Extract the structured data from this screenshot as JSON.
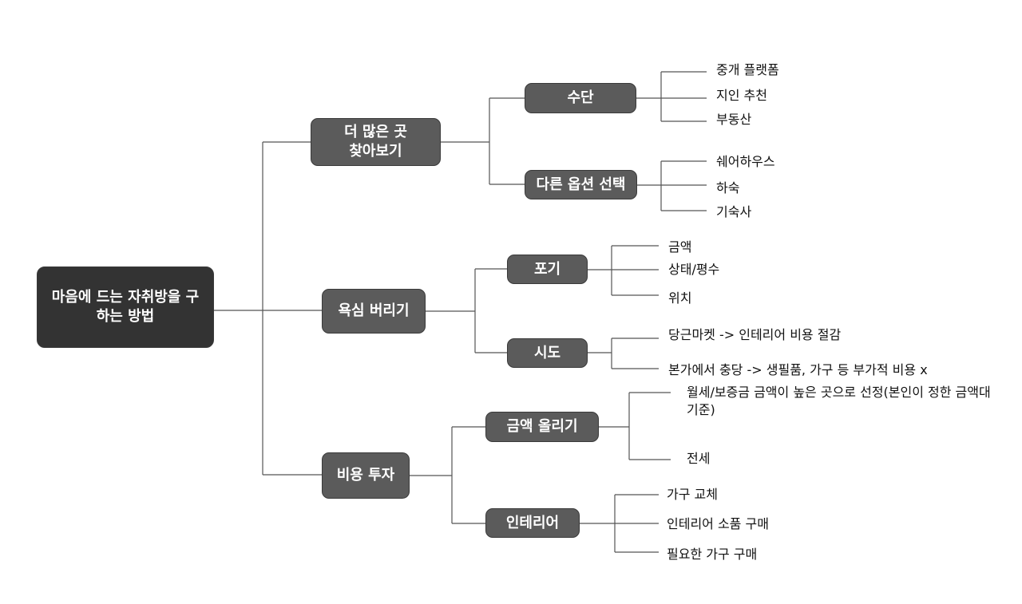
{
  "root": {
    "label": "마음에 드는 자취방을 구하는 방법"
  },
  "branches": [
    {
      "label": "더 많은 곳 찾아보기",
      "children": [
        {
          "label": "수단",
          "leaves": [
            "중개 플랫폼",
            "지인 추천",
            "부동산"
          ]
        },
        {
          "label": "다른 옵션 선택",
          "leaves": [
            "쉐어하우스",
            "하숙",
            "기숙사"
          ]
        }
      ]
    },
    {
      "label": "욕심 버리기",
      "children": [
        {
          "label": "포기",
          "leaves": [
            "금액",
            "상태/평수",
            "위치"
          ]
        },
        {
          "label": "시도",
          "leaves": [
            "당근마켓 -> 인테리어 비용 절감",
            "본가에서 충당 -> 생필품, 가구 등 부가적 비용 x"
          ]
        }
      ]
    },
    {
      "label": "비용 투자",
      "children": [
        {
          "label": "금액 올리기",
          "leaves": [
            "월세/보증금 금액이 높은 곳으로 선정(본인이 정한 금액대 기준)",
            "전세"
          ]
        },
        {
          "label": "인테리어",
          "leaves": [
            "가구 교체",
            "인테리어 소품 구매",
            "필요한 가구 구매"
          ]
        }
      ]
    }
  ]
}
